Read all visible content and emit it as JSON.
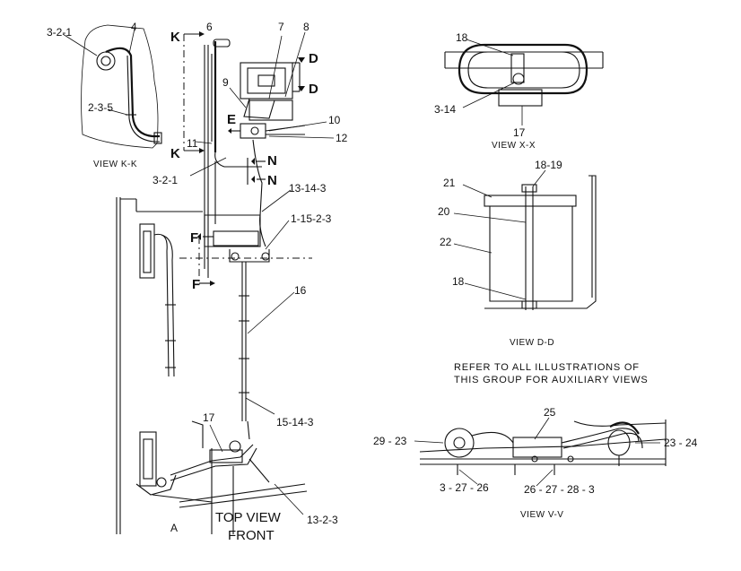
{
  "labels": {
    "l_3_2_1_top": "3-2-1",
    "l_4": "4",
    "l_2_3_5": "2-3-5",
    "view_kk": "VIEW K-K",
    "l_6": "6",
    "l_7": "7",
    "l_8": "8",
    "l_9": "9",
    "l_10": "10",
    "l_11": "11",
    "l_12": "12",
    "l_3_2_1_mid": "3-2-1",
    "l_13_14_3": "13-14-3",
    "l_1_15_2_3": "1-15-2-3",
    "l_16": "16",
    "l_15_14_3": "15-14-3",
    "l_17_bottom": "17",
    "l_13_2_3": "13-2-3",
    "l_a": "A",
    "sec_k_top": "K",
    "sec_k_bot": "K",
    "sec_d_top": "D",
    "sec_d_bot": "D",
    "sec_e": "E",
    "sec_n_top": "N",
    "sec_n_bot": "N",
    "sec_f_top": "F",
    "sec_f_bot": "F",
    "l_18_xx": "18",
    "l_3_14": "3-14",
    "l_17_xx": "17",
    "view_xx": "VIEW X-X",
    "l_18_19": "18-19",
    "l_21": "21",
    "l_20": "20",
    "l_22": "22",
    "l_18_dd": "18",
    "view_dd": "VIEW D-D",
    "refer_1": "REFER TO ALL ILLUSTRATIONS OF",
    "refer_2": "THIS GROUP FOR AUXILIARY VIEWS",
    "l_25": "25",
    "l_29_23": "29 - 23",
    "l_23_24": "23 - 24",
    "l_3_27_26": "3 - 27 - 26",
    "l_26_27_28_3": "26 - 27 - 28 - 3",
    "view_vv": "VIEW V-V",
    "top_view": "TOP VIEW",
    "front": "FRONT"
  }
}
